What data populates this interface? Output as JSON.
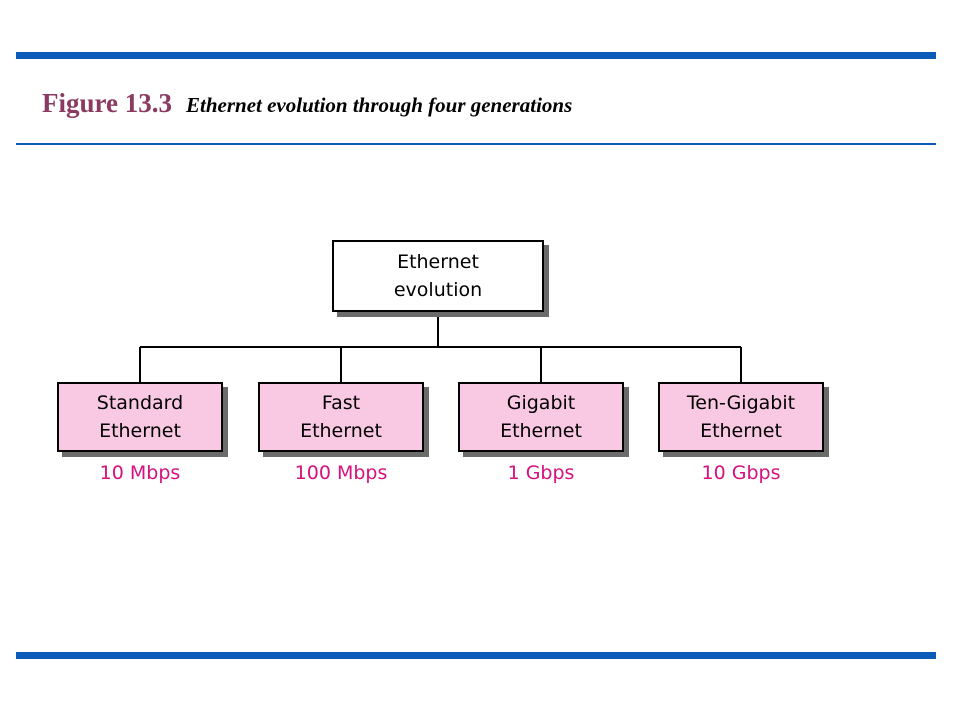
{
  "header": {
    "figure_number": "Figure 13.3",
    "caption": "Ethernet evolution through four generations"
  },
  "diagram": {
    "root": {
      "line1": "Ethernet",
      "line2": "evolution"
    },
    "children": [
      {
        "line1": "Standard",
        "line2": "Ethernet",
        "rate": "10 Mbps"
      },
      {
        "line1": "Fast",
        "line2": "Ethernet",
        "rate": "100 Mbps"
      },
      {
        "line1": "Gigabit",
        "line2": "Ethernet",
        "rate": "1 Gbps"
      },
      {
        "line1": "Ten-Gigabit",
        "line2": "Ethernet",
        "rate": "10 Gbps"
      }
    ]
  },
  "colors": {
    "rule": "#0a5cb8",
    "title": "#8b3a62",
    "child_fill": "#f9c9e3",
    "rate_text": "#d6117e"
  }
}
